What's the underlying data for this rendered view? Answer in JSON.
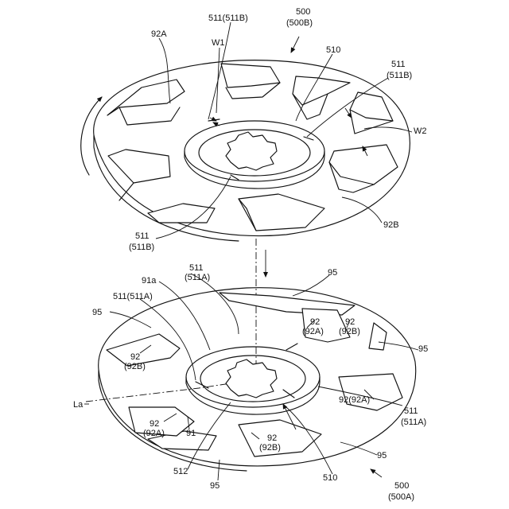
{
  "labels": {
    "top_ref": "500",
    "top_ref_sub": "(500B)",
    "l_511_511B_top": "511(511B)",
    "l_w1": "W1",
    "l_92A_top": "92A",
    "l_510_top": "510",
    "l_511_right_a": "511",
    "l_511_right_b": "(511B)",
    "l_w2": "W2",
    "l_92B_top": "92B",
    "l_511_bottom_a": "511",
    "l_511_bottom_b": "(511B)",
    "l_511_511A_mid_a": "511",
    "l_511_511A_mid_b": "(511A)",
    "l_91a": "91a",
    "l_511_511A_left": "511(511A)",
    "l_95_top": "95",
    "l_95_left": "95",
    "l_92_a1": "92",
    "l_92A_a1": "(92A)",
    "l_92_b1": "92",
    "l_92B_b1": "(92B)",
    "l_92_left": "92",
    "l_92B_left": "(92B)",
    "l_95_right": "95",
    "l_la": "La",
    "l_92_92A_right": "92(92A)",
    "l_511_right_lower_a": "511",
    "l_511_right_lower_b": "(511A)",
    "l_92_lowleft": "92",
    "l_92A_lowleft": "(92A)",
    "l_91": "91",
    "l_92_lowmid": "92",
    "l_92B_lowmid": "(92B)",
    "l_95_lowright": "95",
    "l_512": "512",
    "l_95_bottom": "95",
    "l_510_bottom": "510",
    "bottom_ref": "500",
    "bottom_ref_sub": "(500A)"
  }
}
